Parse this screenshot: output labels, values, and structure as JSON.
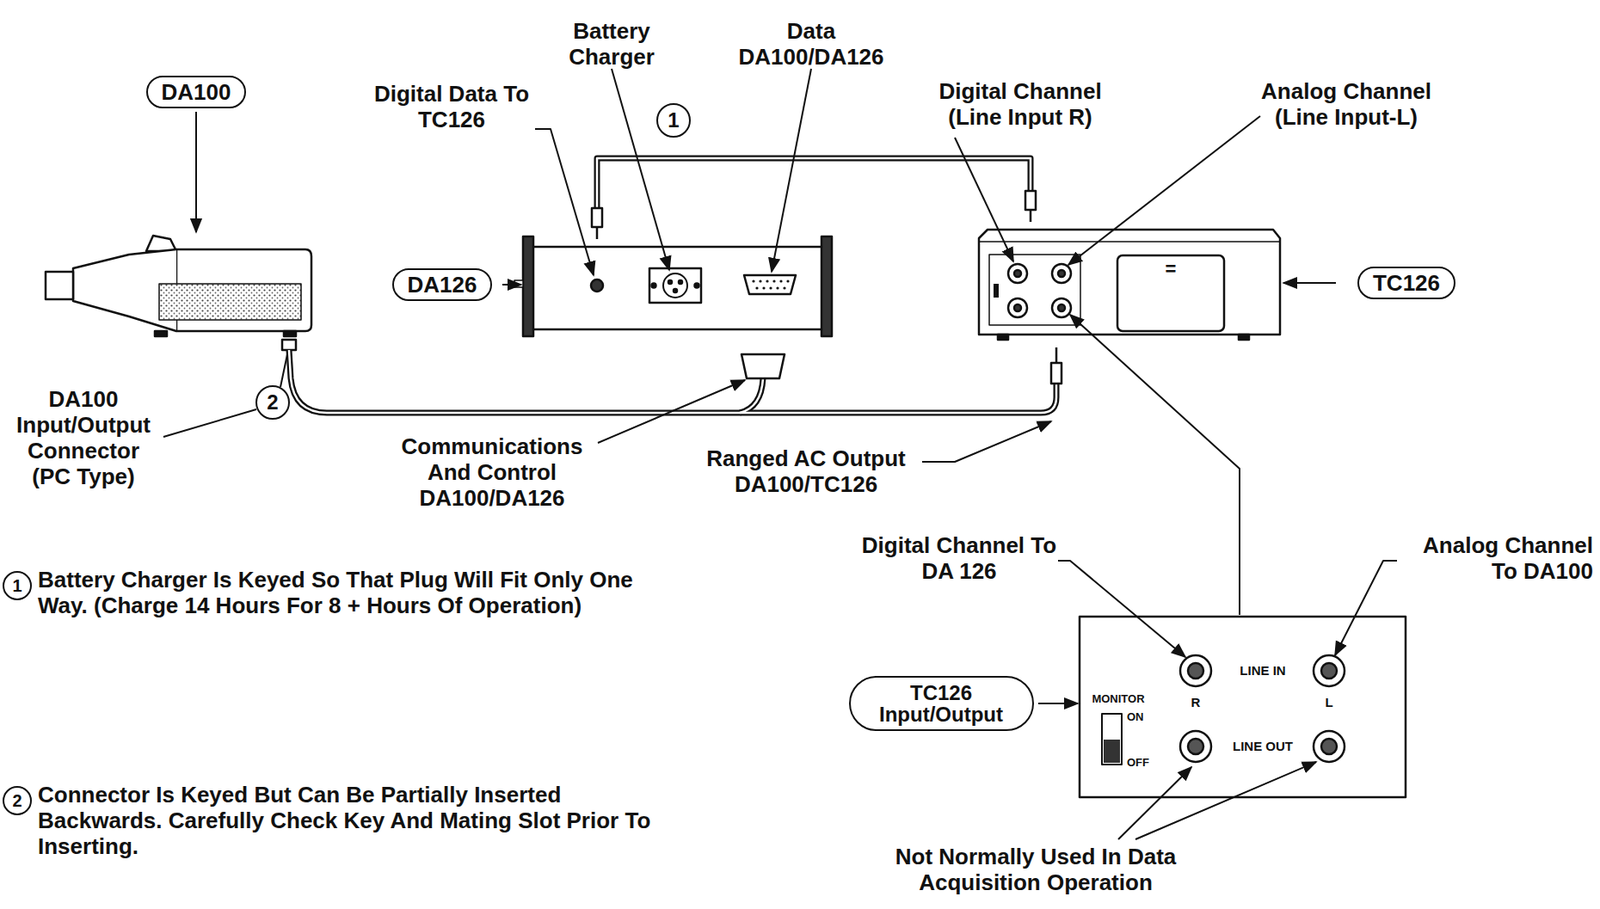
{
  "diagram": {
    "nodes": [
      {
        "text": [
          "DA100"
        ]
      },
      {
        "text": [
          "1"
        ]
      },
      {
        "text": [
          "DA126"
        ]
      },
      {
        "text": [
          "TC126"
        ]
      },
      {
        "text": [
          "2"
        ]
      },
      {
        "text": [
          "1"
        ]
      },
      {
        "text": [
          "TC126 Input/Output"
        ]
      },
      {
        "text": [
          "2"
        ]
      }
    ],
    "labels": [
      "Battery Charger",
      "Data DA100/DA126",
      "Digital Data To TC126",
      "Digital Channel (Line Input R)",
      "Analog Channel (Line Input-L)",
      "=",
      "DA100 Input/Output Connector (PC Type)",
      "Communications And Control DA100/DA126",
      "Ranged AC Output DA100/TC126",
      "Digital Channel To DA 126",
      "Analog Channel To DA100",
      "Battery Charger Is Keyed So That Plug Will Fit Only One Way. (Charge 14 Hours For 8 + Hours Of Operation)",
      "Connector Is Keyed But Can Be Partially Inserted Backwards. Carefully Check Key And Mating Slot Prior To Inserting.",
      "MONITOR",
      "ON",
      "OFF",
      "LINE IN",
      "R",
      "L",
      "LINE OUT",
      "Not Normally Used In Data Acquisition Operation"
    ]
  }
}
